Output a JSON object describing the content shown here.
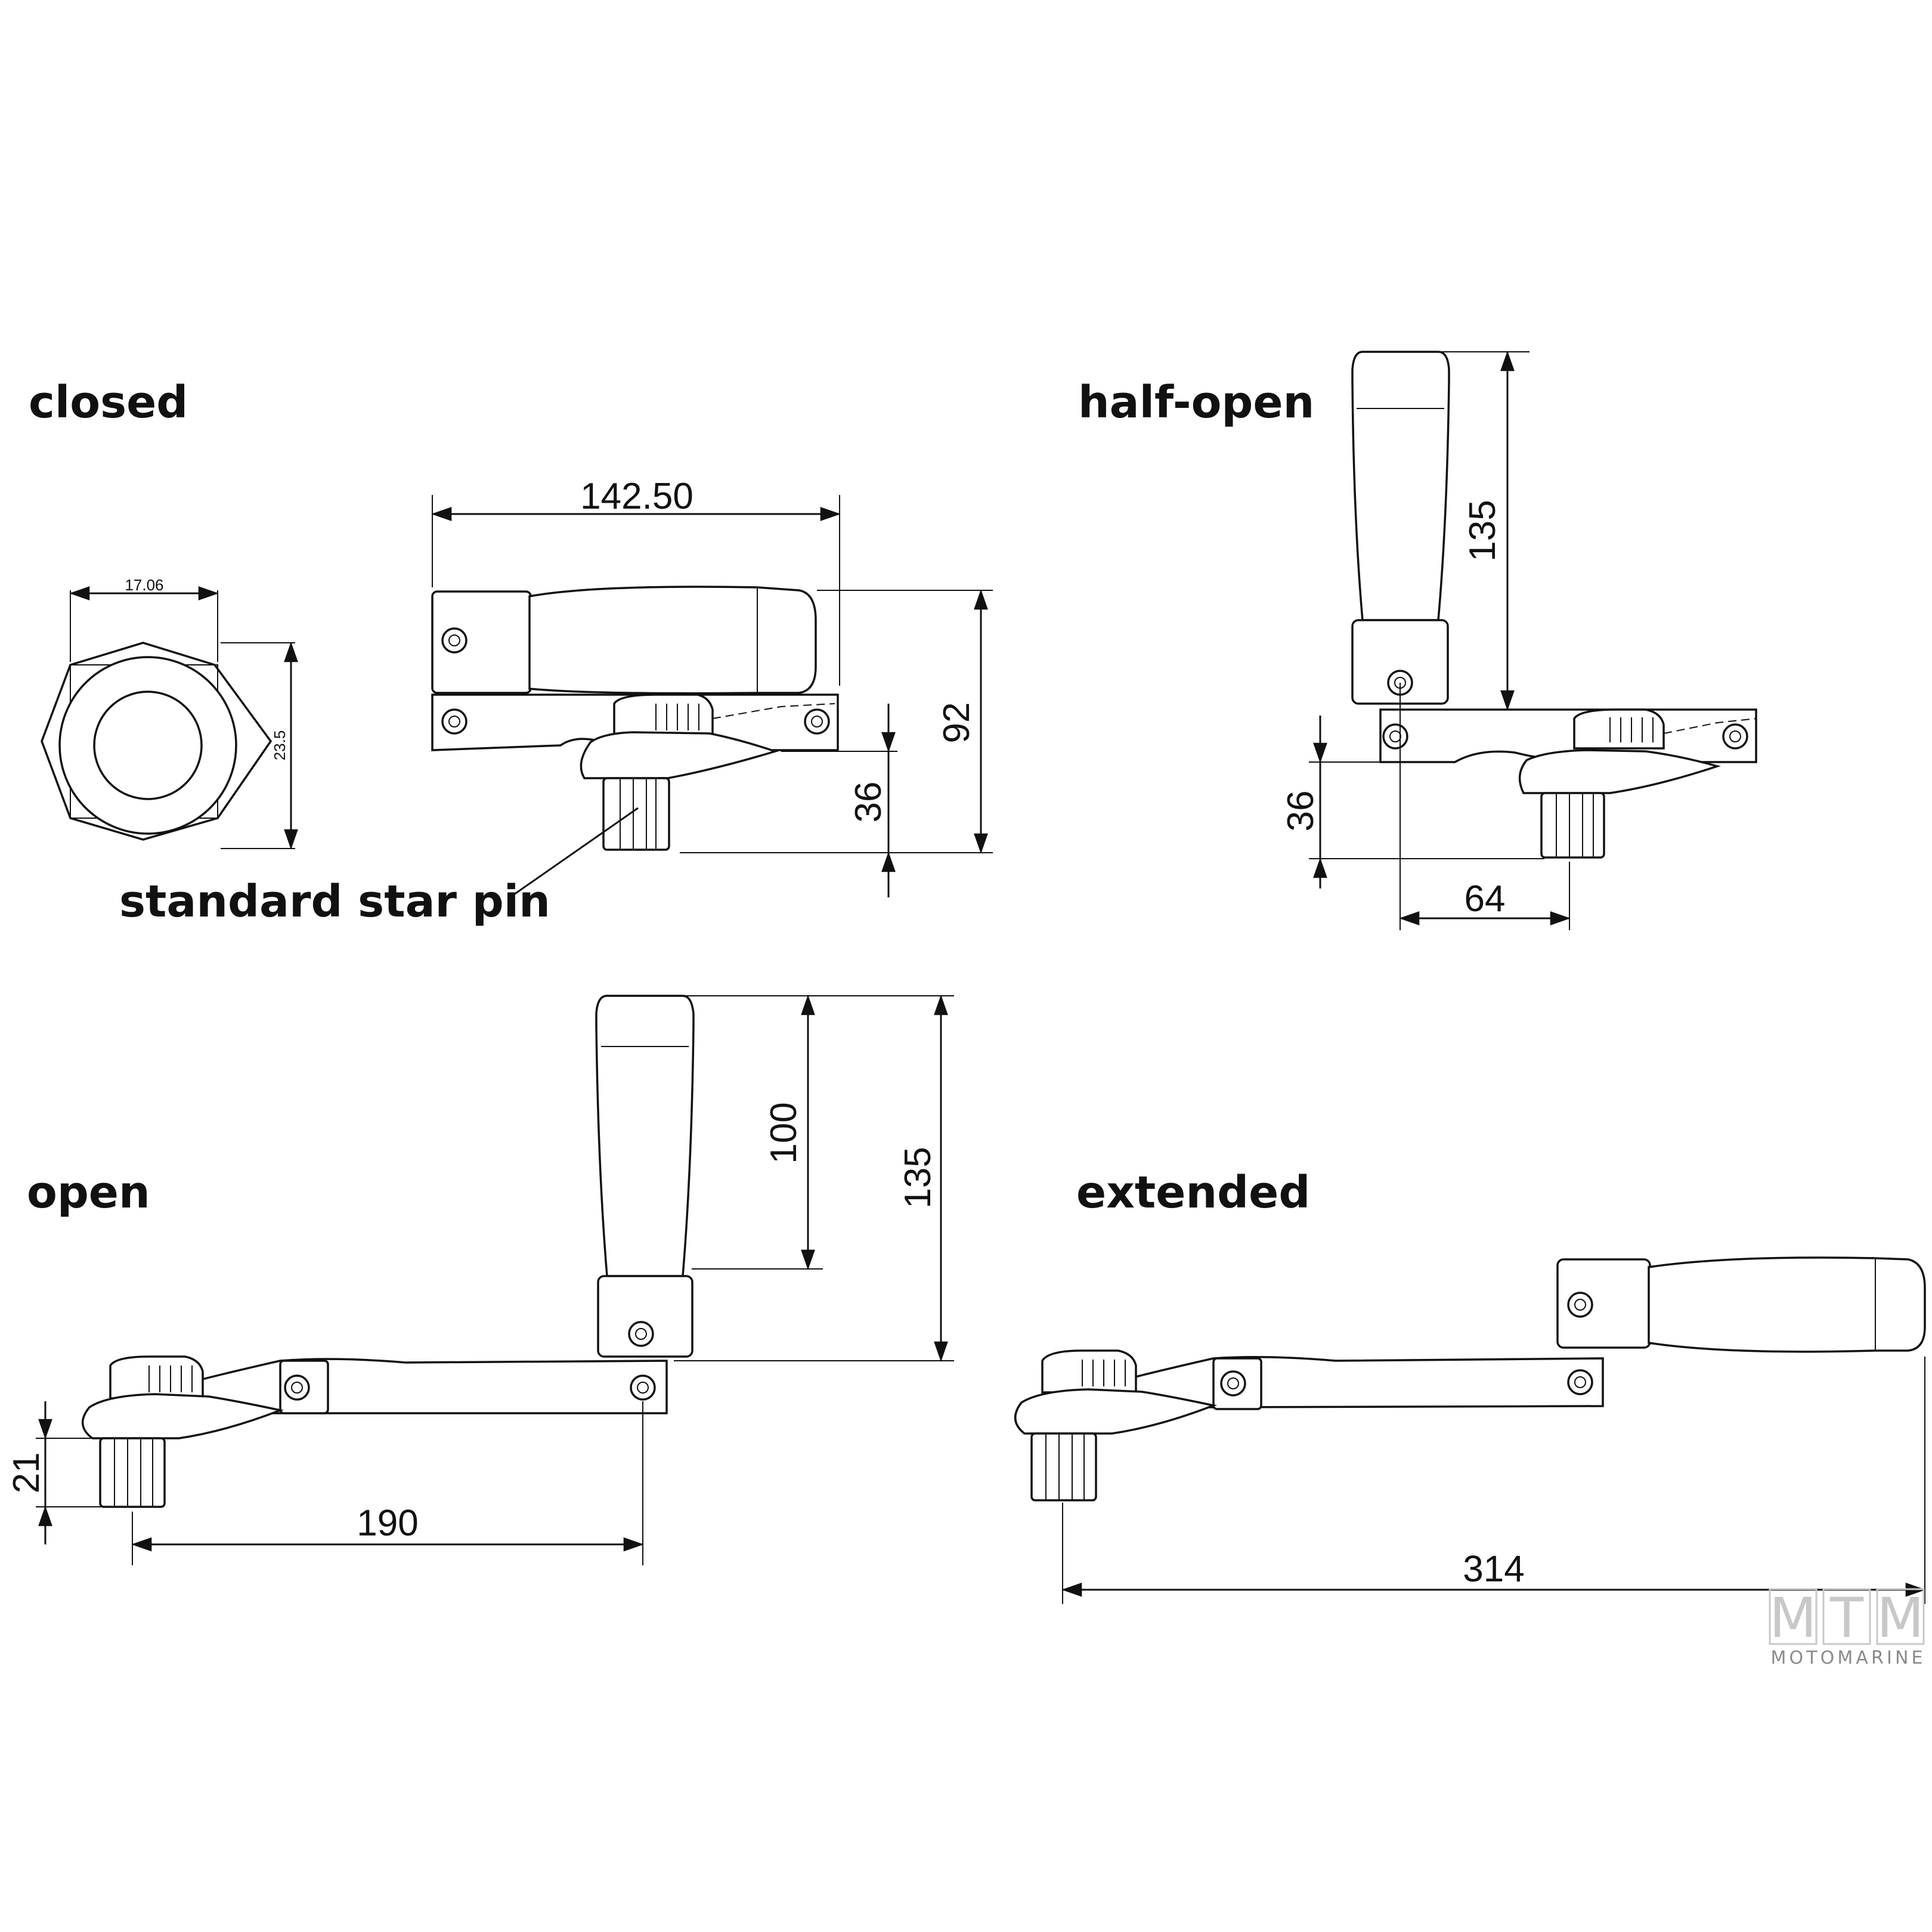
{
  "labels": {
    "closed": "closed",
    "half_open": "half-open",
    "open": "open",
    "extended": "extended",
    "star_pin": "standard star pin"
  },
  "dimensions": {
    "closed_width": "142.50",
    "closed_height": "92",
    "closed_pin": "36",
    "star_width": "17.06",
    "star_height": "23.5",
    "half_open_height": "135",
    "half_open_pin": "36",
    "half_open_offset": "64",
    "open_grip": "100",
    "open_height": "135",
    "open_pin": "21",
    "open_length": "190",
    "extended_length": "314"
  },
  "logo": {
    "letters": [
      "M",
      "T",
      "M"
    ],
    "name": "MOTOMARINE"
  }
}
